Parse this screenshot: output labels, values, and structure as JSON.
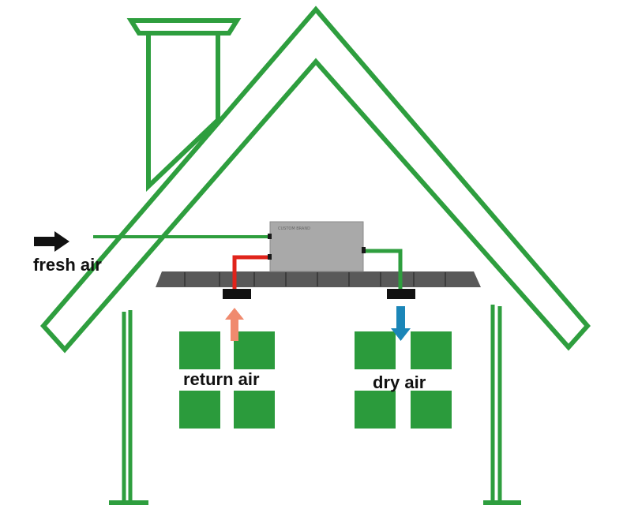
{
  "labels": {
    "fresh_air": "fresh air",
    "return_air": "return air",
    "dry_air": "dry air",
    "unit_brand": "CUSTOM BRAND"
  },
  "colors": {
    "house_green": "#2e9e3e",
    "window_green": "#2b9b3c",
    "ceiling_gray": "#5a5a5a",
    "unit_gray": "#a9a9a9",
    "return_duct_red": "#e0241b",
    "supply_duct_green": "#2e9e3e",
    "return_arrow": "#f08a6e",
    "dry_arrow": "#1b86b8",
    "fresh_arrow": "#111111"
  },
  "icons": {
    "fresh_air_arrow": "arrow-right-icon",
    "return_air_arrow": "arrow-up-icon",
    "dry_air_arrow": "arrow-down-icon"
  }
}
